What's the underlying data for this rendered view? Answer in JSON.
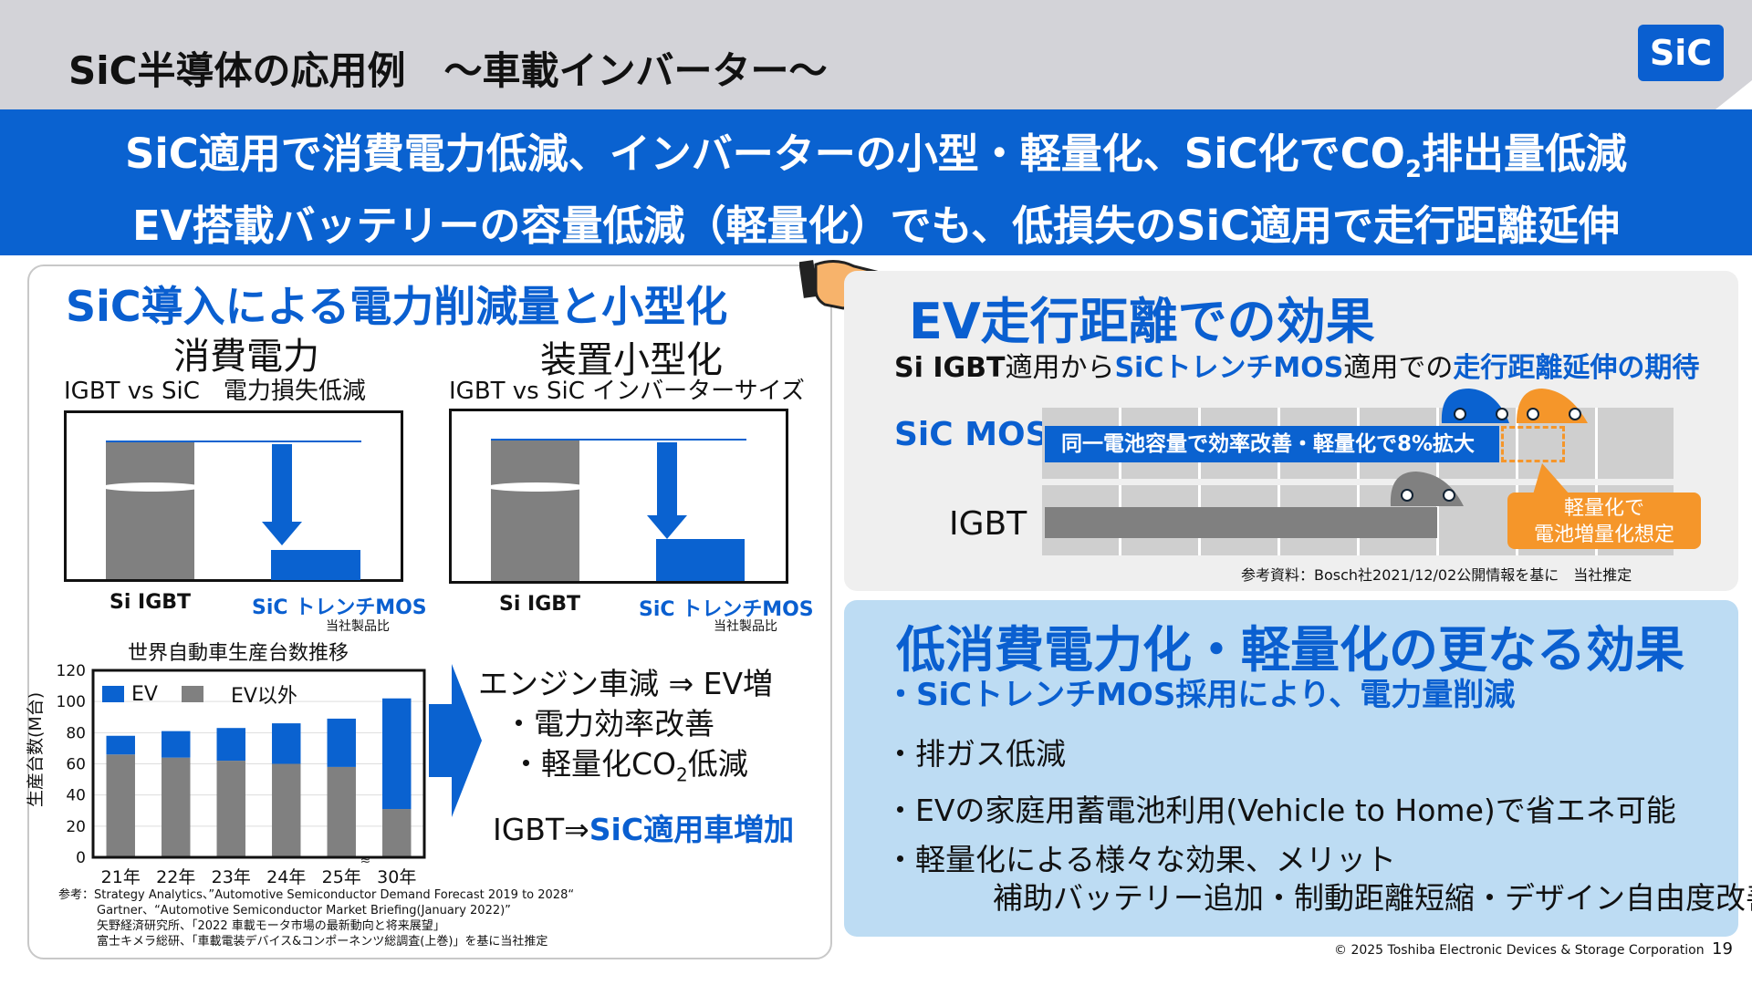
{
  "header": {
    "title": "SiC半導体の応用例　～車載インバーター～",
    "logo": "SiC"
  },
  "banner": {
    "line1_a": "SiC適用で消費電力低減、インバーターの小型・軽量化、SiC化でCO",
    "line1_sub": "2",
    "line1_b": "排出量低減",
    "line2": "EV搭載バッテリーの容量低減（軽量化）でも、低損失のSiC適用で走行距離延伸"
  },
  "left": {
    "heading": "SiC導入による電力削減量と小型化",
    "power": {
      "title": "消費電力",
      "subtitle": "IGBT vs SiC　電力損失低減",
      "label_si": "Si IGBT",
      "label_sic": "SiC トレンチMOS",
      "note": "当社製品比"
    },
    "size": {
      "title": "装置小型化",
      "subtitle": "IGBT vs SiC インバーターサイズ",
      "label_si": "Si IGBT",
      "label_sic": "SiC トレンチMOS",
      "note": "当社製品比"
    },
    "arrow_text": {
      "l1": "エンジン車減 ⇒ EV増",
      "l2": "・電力効率改善",
      "l3a": "・軽量化CO",
      "l3sub": "2",
      "l3b": "低減",
      "l4a": "IGBT⇒",
      "l4b": "SiC適用車増加"
    },
    "refs": [
      "参考：Strategy Analytics、”Automotive Semiconductor Demand Forecast 2019 to 2028“",
      "Gartner、“Automotive Semiconductor Market Briefing(January 2022)”",
      "矢野経済研究所、「2022 車載モータ市場の最新動向と将来展望」",
      "富士キメラ総研、「車載電装デバイス&コンポーネンツ総調査(上巻)」を基に当社推定"
    ]
  },
  "chart_data": {
    "type": "bar",
    "stacked": true,
    "title": "世界自動車生産台数推移",
    "ylabel": "生産台数(M台)",
    "categories": [
      "21年",
      "22年",
      "23年",
      "24年",
      "25年",
      "30年"
    ],
    "ylim": [
      0,
      120
    ],
    "yticks": [
      0,
      20,
      40,
      60,
      80,
      100,
      120
    ],
    "grid": true,
    "legend": "top-left",
    "series": [
      {
        "name": "EV以外",
        "color": "#808080",
        "values": [
          66,
          64,
          62,
          60,
          58,
          31
        ]
      },
      {
        "name": "EV",
        "color": "#0a62d0",
        "values": [
          12,
          17,
          21,
          26,
          31,
          71
        ]
      }
    ]
  },
  "right_top": {
    "heading": "EV走行距離での効果",
    "sub_a": "Si IGBT",
    "sub_b": "適用から",
    "sub_c": "SiCトレンチMOS",
    "sub_d": "適用での",
    "sub_e": "走行距離延伸の期待",
    "row_sic": "SiC MOS",
    "row_igbt": "IGBT",
    "sic_bar_text": "同一電池容量で効率改善・軽量化で8%拡大",
    "callout": [
      "軽量化で",
      "電池増量化想定"
    ],
    "source": "参考資料：Bosch社2021/12/02公開情報を基に　当社推定",
    "colors": {
      "blue": "#0a62d0",
      "orange": "#f5962a",
      "gray": "#808080"
    }
  },
  "right_bottom": {
    "heading": "低消費電力化・軽量化の更なる効果",
    "lead": "・SiCトレンチMOS採用により、電力量削減",
    "items": [
      "・排ガス低減",
      "・EVの家庭用蓄電池利用(Vehicle to Home)で省エネ可能",
      "・軽量化による様々な効果、メリット"
    ],
    "detail": "補助バッテリー追加・制動距離短縮・デザイン自由度改善"
  },
  "footer": {
    "copyright": "© 2025 Toshiba Electronic Devices & Storage Corporation",
    "page": "19"
  }
}
